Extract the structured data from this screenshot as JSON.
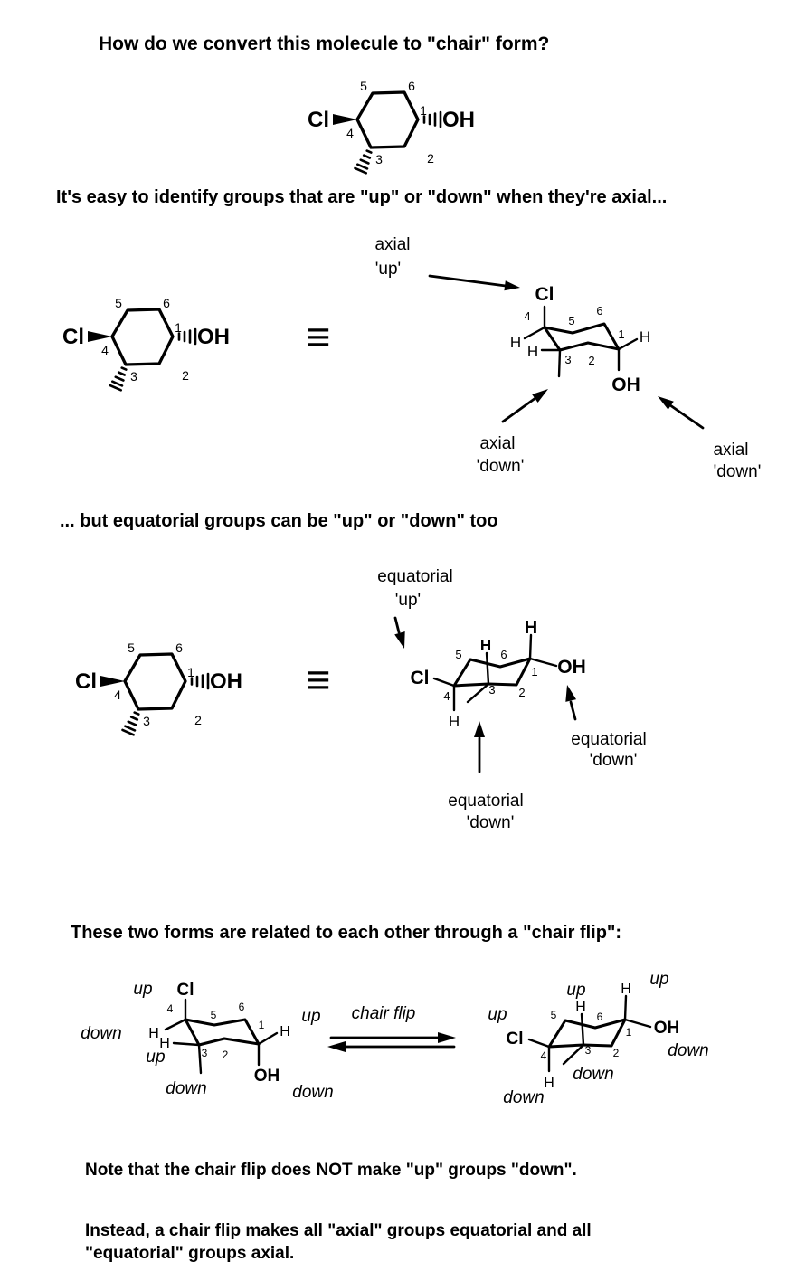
{
  "title": "How do we convert this molecule to \"chair\" form?",
  "headings": {
    "axial": "It's easy to identify groups that are \"up\" or \"down\" when they're axial...",
    "equatorial": "... but equatorial groups can be \"up\" or \"down\" too",
    "chair_flip": "These two forms are related to each other through a \"chair flip\":"
  },
  "notes": {
    "note1": "Note that the chair flip does NOT make \"up\" groups \"down\".",
    "note2": "Instead, a chair flip makes all \"axial\" groups equatorial and all \"equatorial\" groups axial."
  },
  "callouts": {
    "axial_word": "axial",
    "equatorial_word": "equatorial",
    "up_quoted": "'up'",
    "down_quoted": "'down'",
    "chair_flip_label": "chair flip",
    "up": "up",
    "down": "down"
  },
  "molecule": {
    "chlorine": "Cl",
    "hydroxyl": "OH",
    "hydrogen": "H",
    "equivalence_symbol": "≡",
    "ring_numbers": [
      "1",
      "2",
      "3",
      "4",
      "5",
      "6"
    ]
  },
  "colors": {
    "chlorine_green": "#25c125",
    "hydroxyl_red": "#ee3311",
    "updown_blue": "#2222dd",
    "ink": "#000000",
    "background": "#ffffff"
  }
}
